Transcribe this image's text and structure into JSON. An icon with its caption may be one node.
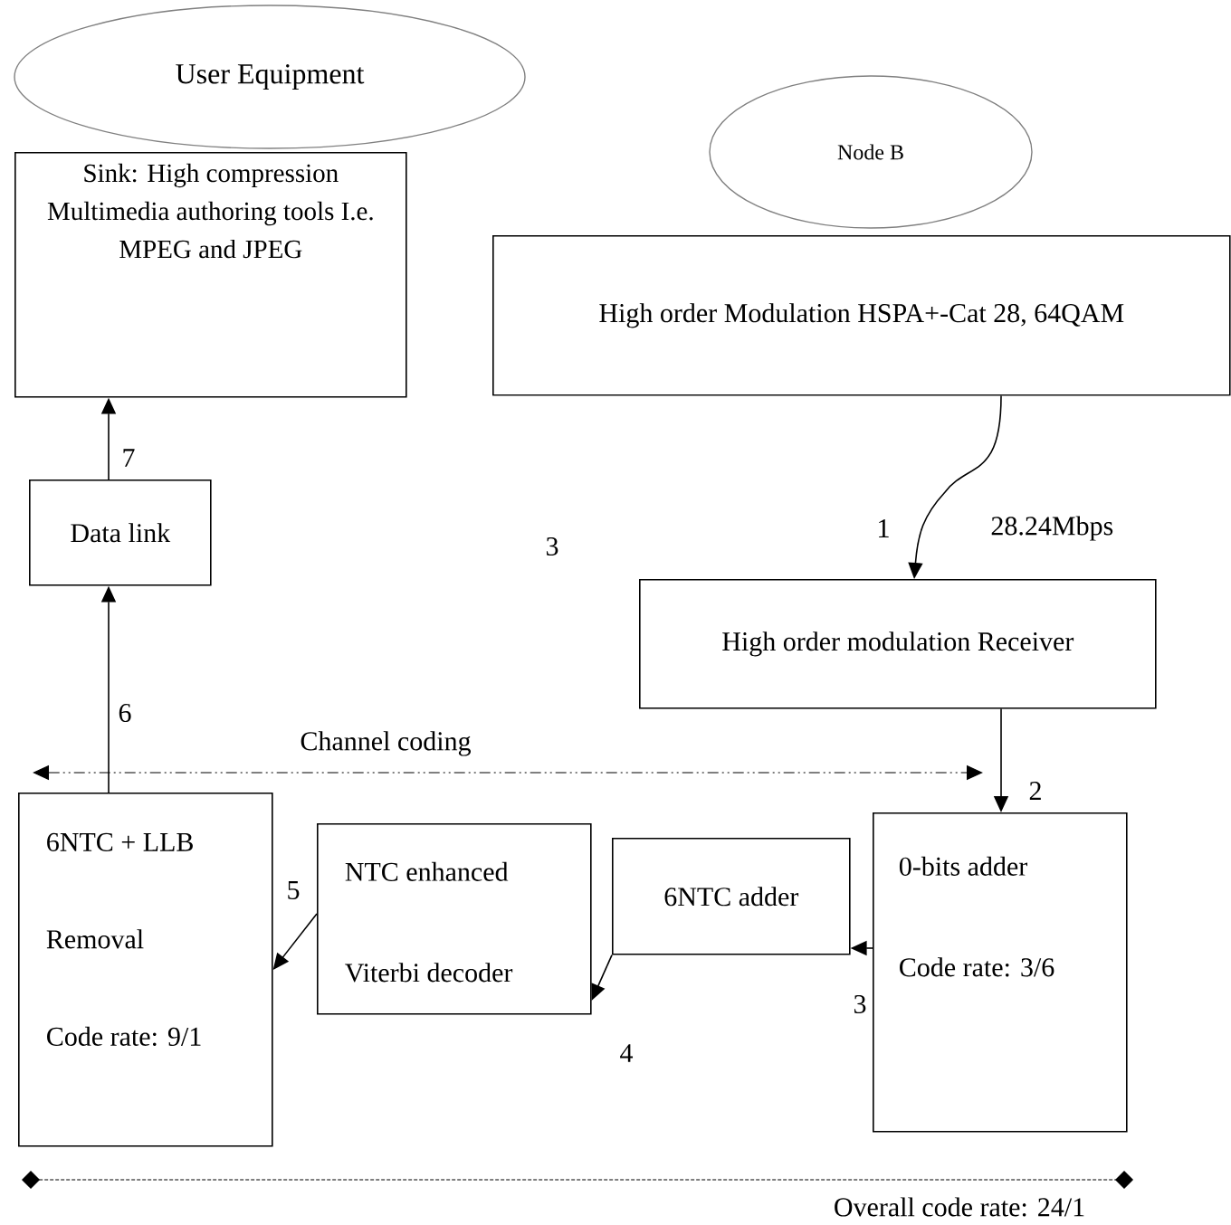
{
  "diagram": {
    "nodes": [
      {
        "text": [
          "User Equipment"
        ]
      },
      {
        "text": [
          "Sink: High compression Multimedia authoring tools I.e. MPEG and JPEG"
        ]
      },
      {
        "text": [
          "Node B"
        ]
      },
      {
        "text": [
          "High order Modulation HSPA+-Cat 28, 64QAM"
        ]
      },
      {
        "text": [
          "Data link"
        ]
      },
      {
        "text": [
          "High order modulation Receiver"
        ]
      },
      {
        "text": [
          "6NTC + LLB",
          "Removal",
          "Code rate: 9/1"
        ]
      },
      {
        "text": [
          "NTC enhanced",
          "Viterbi decoder"
        ]
      },
      {
        "text": [
          "6NTC adder"
        ]
      },
      {
        "text": [
          "0-bits adder",
          "Code rate: 3/6"
        ]
      }
    ],
    "edges": [
      {
        "from": 3,
        "to": 5,
        "arrow": "to",
        "label": "1"
      },
      {
        "from": 5,
        "to": 9,
        "arrow": "to",
        "label": "2"
      },
      {
        "from": 9,
        "to": 8,
        "arrow": "to",
        "label": "3"
      },
      {
        "from": 8,
        "to": 7,
        "arrow": "to",
        "label": "4"
      },
      {
        "from": 7,
        "to": 6,
        "arrow": "to",
        "label": "5"
      },
      {
        "from": 6,
        "to": 4,
        "arrow": "to",
        "label": "6"
      },
      {
        "from": 4,
        "to": 1,
        "arrow": "to",
        "label": "7"
      }
    ],
    "labels": [
      "28.24Mbps",
      "3",
      "Channel coding",
      "Overall code rate: 24/1"
    ]
  }
}
